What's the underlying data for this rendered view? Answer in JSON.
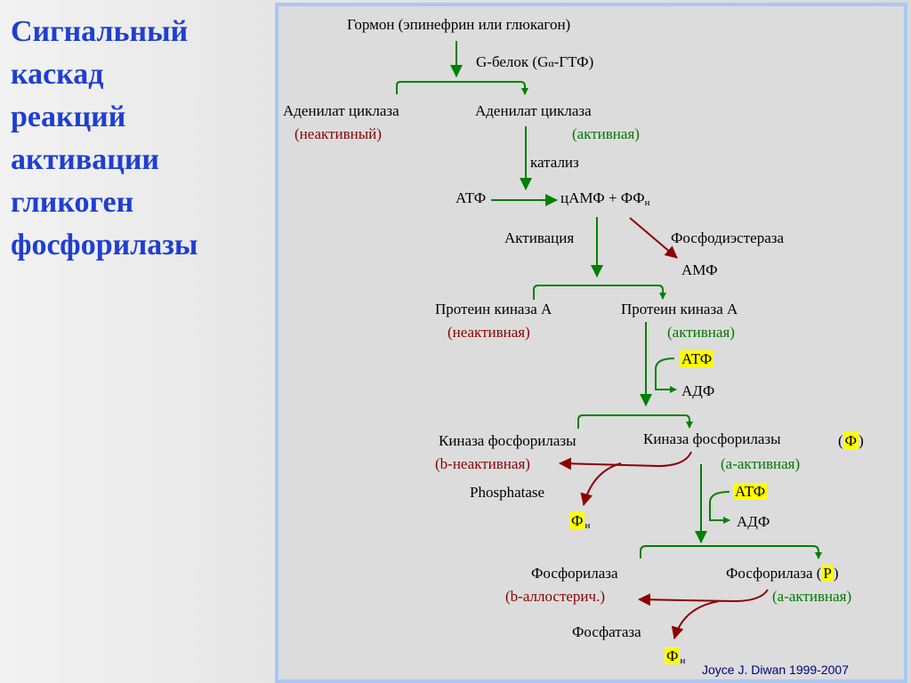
{
  "slide": {
    "title_lines": [
      "Сигнальный",
      "каскад",
      "реакций",
      "активации",
      "гликоген",
      "фосфорилазы"
    ],
    "credit": "Joyce J. Diwan 1999-2007"
  },
  "diagram": {
    "hormone": "Гормон (эпинефрин или глюкагон)",
    "g_protein": "G-белок (G",
    "g_alpha": "α",
    "g_protein_end": "-ГТФ)",
    "adenylate_cyclase_1": "Аденилат циклаза",
    "adenylate_cyclase_1_state": "(неактивный)",
    "adenylate_cyclase_2": "Аденилат циклаза",
    "adenylate_cyclase_2_state": "(активная)",
    "catalysis": "катализ",
    "atp_1": "АТФ",
    "camp": "цАМФ + ФФ",
    "camp_sub": "н",
    "activation": "Активация",
    "phosphodiesterase": "Фосфодиэстераза",
    "amp": "АМФ",
    "pka_1": "Протеин киназа А",
    "pka_1_state": "(неактивная)",
    "pka_2": "Протеин киназа А",
    "pka_2_state": "(активная)",
    "atp_2": "АТФ",
    "adp_1": "АДФ",
    "phk_1": "Киназа фосфорилазы",
    "phk_1_state": "(b-неактивная)",
    "phk_2": "Киназа фосфорилазы",
    "phk_2_phos_open": "(",
    "phk_2_phos": "Ф",
    "phk_2_phos_close": ")",
    "phk_2_state": "(а-активная)",
    "phosphatase_1": "Phosphatase",
    "pi_1": "Ф",
    "pi_1_sub": "н",
    "atp_3": "АТФ",
    "adp_2": "АДФ",
    "phos_1": "Фосфорилаза",
    "phos_1_state": "(b-аллостерич.)",
    "phos_2": "Фосфорилаза (",
    "phos_2_p": "P",
    "phos_2_close": ")",
    "phos_2_state": "(а-активная)",
    "phosphatase_2": "Фосфатаза",
    "pi_2": "Ф",
    "pi_2_sub": "н"
  },
  "colors": {
    "title": "#1f3fd0",
    "arrow_green": "#008000",
    "arrow_red": "#8b0000",
    "highlight": "#ffff00",
    "panel_border": "#a8c8f4"
  }
}
